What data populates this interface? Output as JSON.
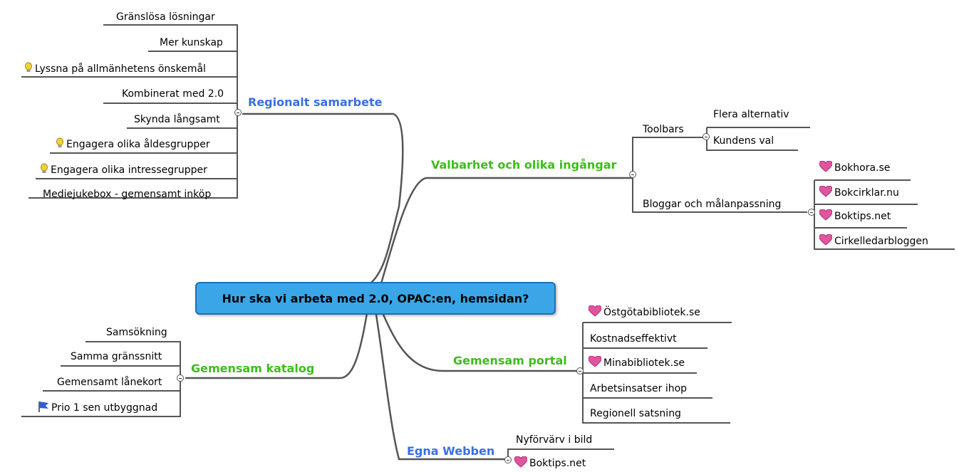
{
  "central": "Hur ska vi arbeta med 2.0, OPAC:en, hemsidan?",
  "regionalt": {
    "title": "Regionalt samarbete",
    "items": [
      "Gränslösa lösningar",
      "Mer kunskap",
      "Lyssna på allmänhetens önskemål",
      "Kombinerat med 2.0",
      "Skynda långsamt",
      "Engagera olika åldesgrupper",
      "Engagera olika intressegrupper",
      "Mediejukebox - gemensamt inköp"
    ]
  },
  "valbarhet": {
    "title": "Valbarhet och olika ingångar",
    "toolbars": {
      "label": "Toolbars",
      "items": [
        "Flera alternativ",
        "Kundens val"
      ]
    },
    "bloggar": {
      "label": "Bloggar och målanpassning",
      "items": [
        "Bokhora.se",
        "Bokcirklar.nu",
        "Boktips.net",
        "Cirkelledarbloggen"
      ]
    }
  },
  "katalog": {
    "title": "Gemensam katalog",
    "items": [
      "Samsökning",
      "Samma gränssnitt",
      "Gemensamt lånekort",
      "Prio 1 sen utbyggnad"
    ]
  },
  "portal": {
    "title": "Gemensam portal",
    "items": [
      "Östgötabibliotek.se",
      "Kostnadseffektivt",
      "Minabibliotek.se",
      "Arbetsinsatser ihop",
      "Regionell satsning"
    ]
  },
  "webben": {
    "title": "Egna Webben",
    "items": [
      "Nyförvärv i bild",
      "Boktips.net"
    ]
  },
  "icons": {
    "bulb": "lightbulb-icon",
    "heart": "heart-icon",
    "flag": "flag-icon",
    "toggle": "collapse-toggle-icon"
  },
  "colors": {
    "central_fill": "#3aa6e8",
    "blue_branch": "#3a6fe0",
    "green_branch": "#3dbd1c",
    "connector": "#555555",
    "heart": "#e0559e",
    "bulb": "#f2d23a",
    "flag": "#2f5fd0"
  }
}
